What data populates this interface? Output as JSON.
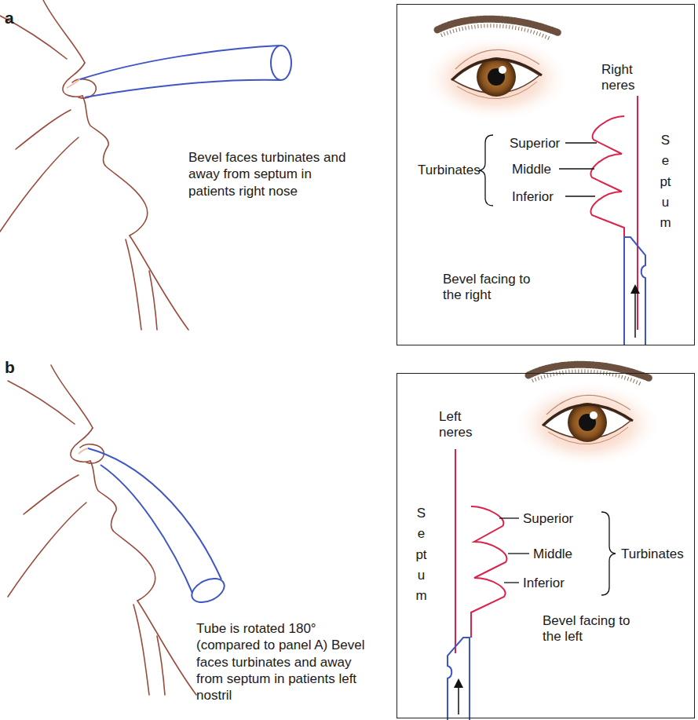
{
  "diagram": {
    "nodes": [
      {
        "text": [
          "Right neres",
          "Septum",
          "Superior",
          "Middle",
          "Inferior",
          "Turbinates",
          "Bevel facing to the right"
        ]
      },
      {
        "text": [
          "Left neres",
          "Septum",
          "Superior",
          "Middle",
          "Inferior",
          "Turbinates",
          "Bevel facing to the left"
        ]
      }
    ],
    "labels": [
      "a",
      "Bevel faces turbinates and away from septum in patients right nose",
      "b",
      "Tube is rotated 180° (compared to panel A) Bevel faces turbinates and away from septum in patients left nostril"
    ]
  }
}
